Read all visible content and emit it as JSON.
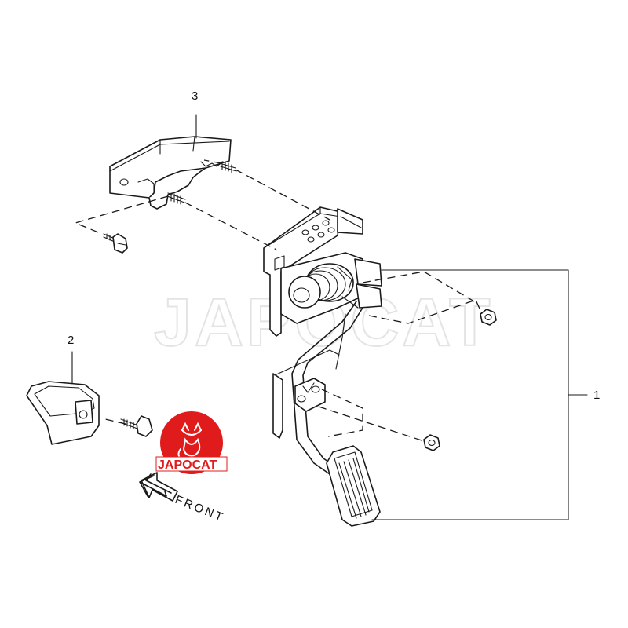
{
  "callouts": {
    "part_1": "1",
    "part_2": "2",
    "part_3": "3"
  },
  "direction_label": "FRONT",
  "watermark_text": "JAPOCAT",
  "logo": {
    "text": "JAPOCAT",
    "color": "#e01b1b"
  }
}
